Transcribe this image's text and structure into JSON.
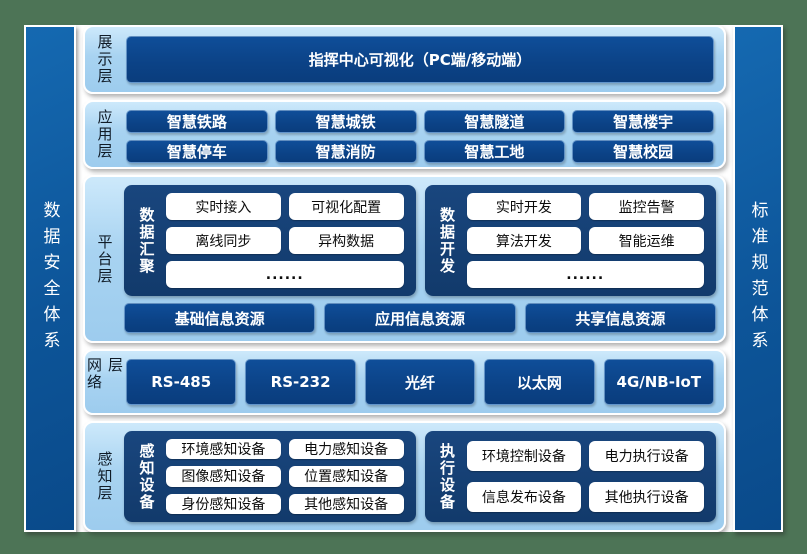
{
  "colors": {
    "frame_green": "#4d7456",
    "sidebar_blue": "#0d5599",
    "layer_panel_blue": "#a8d3f1",
    "box_navy": "#0b4286",
    "group_navy": "#153e70",
    "white": "#ffffff"
  },
  "left_bar": {
    "label": "数据安全体系"
  },
  "right_bar": {
    "label": "标准规范体系"
  },
  "display_layer": {
    "label": "展示层",
    "title": "指挥中心可视化（PC端/移动端）"
  },
  "app_layer": {
    "label": "应用层",
    "items": [
      "智慧铁路",
      "智慧城铁",
      "智慧隧道",
      "智慧楼宇",
      "智慧停车",
      "智慧消防",
      "智慧工地",
      "智慧校园"
    ]
  },
  "platform_layer": {
    "label": "平台层",
    "groups": [
      {
        "label": "数据汇聚",
        "items": [
          "实时接入",
          "可视化配置",
          "离线同步",
          "异构数据"
        ],
        "more": "......"
      },
      {
        "label": "数据开发",
        "items": [
          "实时开发",
          "监控告警",
          "算法开发",
          "智能运维"
        ],
        "more": "......"
      }
    ],
    "resources": [
      "基础信息资源",
      "应用信息资源",
      "共享信息资源"
    ]
  },
  "network_layer": {
    "label": "网络层",
    "items": [
      "RS-485",
      "RS-232",
      "光纤",
      "以太网",
      "4G/NB-IoT"
    ]
  },
  "perception_layer": {
    "label": "感知层",
    "groups": [
      {
        "label": "感知设备",
        "items": [
          "环境感知设备",
          "电力感知设备",
          "图像感知设备",
          "位置感知设备",
          "身份感知设备",
          "其他感知设备"
        ]
      },
      {
        "label": "执行设备",
        "items": [
          "环境控制设备",
          "电力执行设备",
          "信息发布设备",
          "其他执行设备"
        ]
      }
    ]
  }
}
